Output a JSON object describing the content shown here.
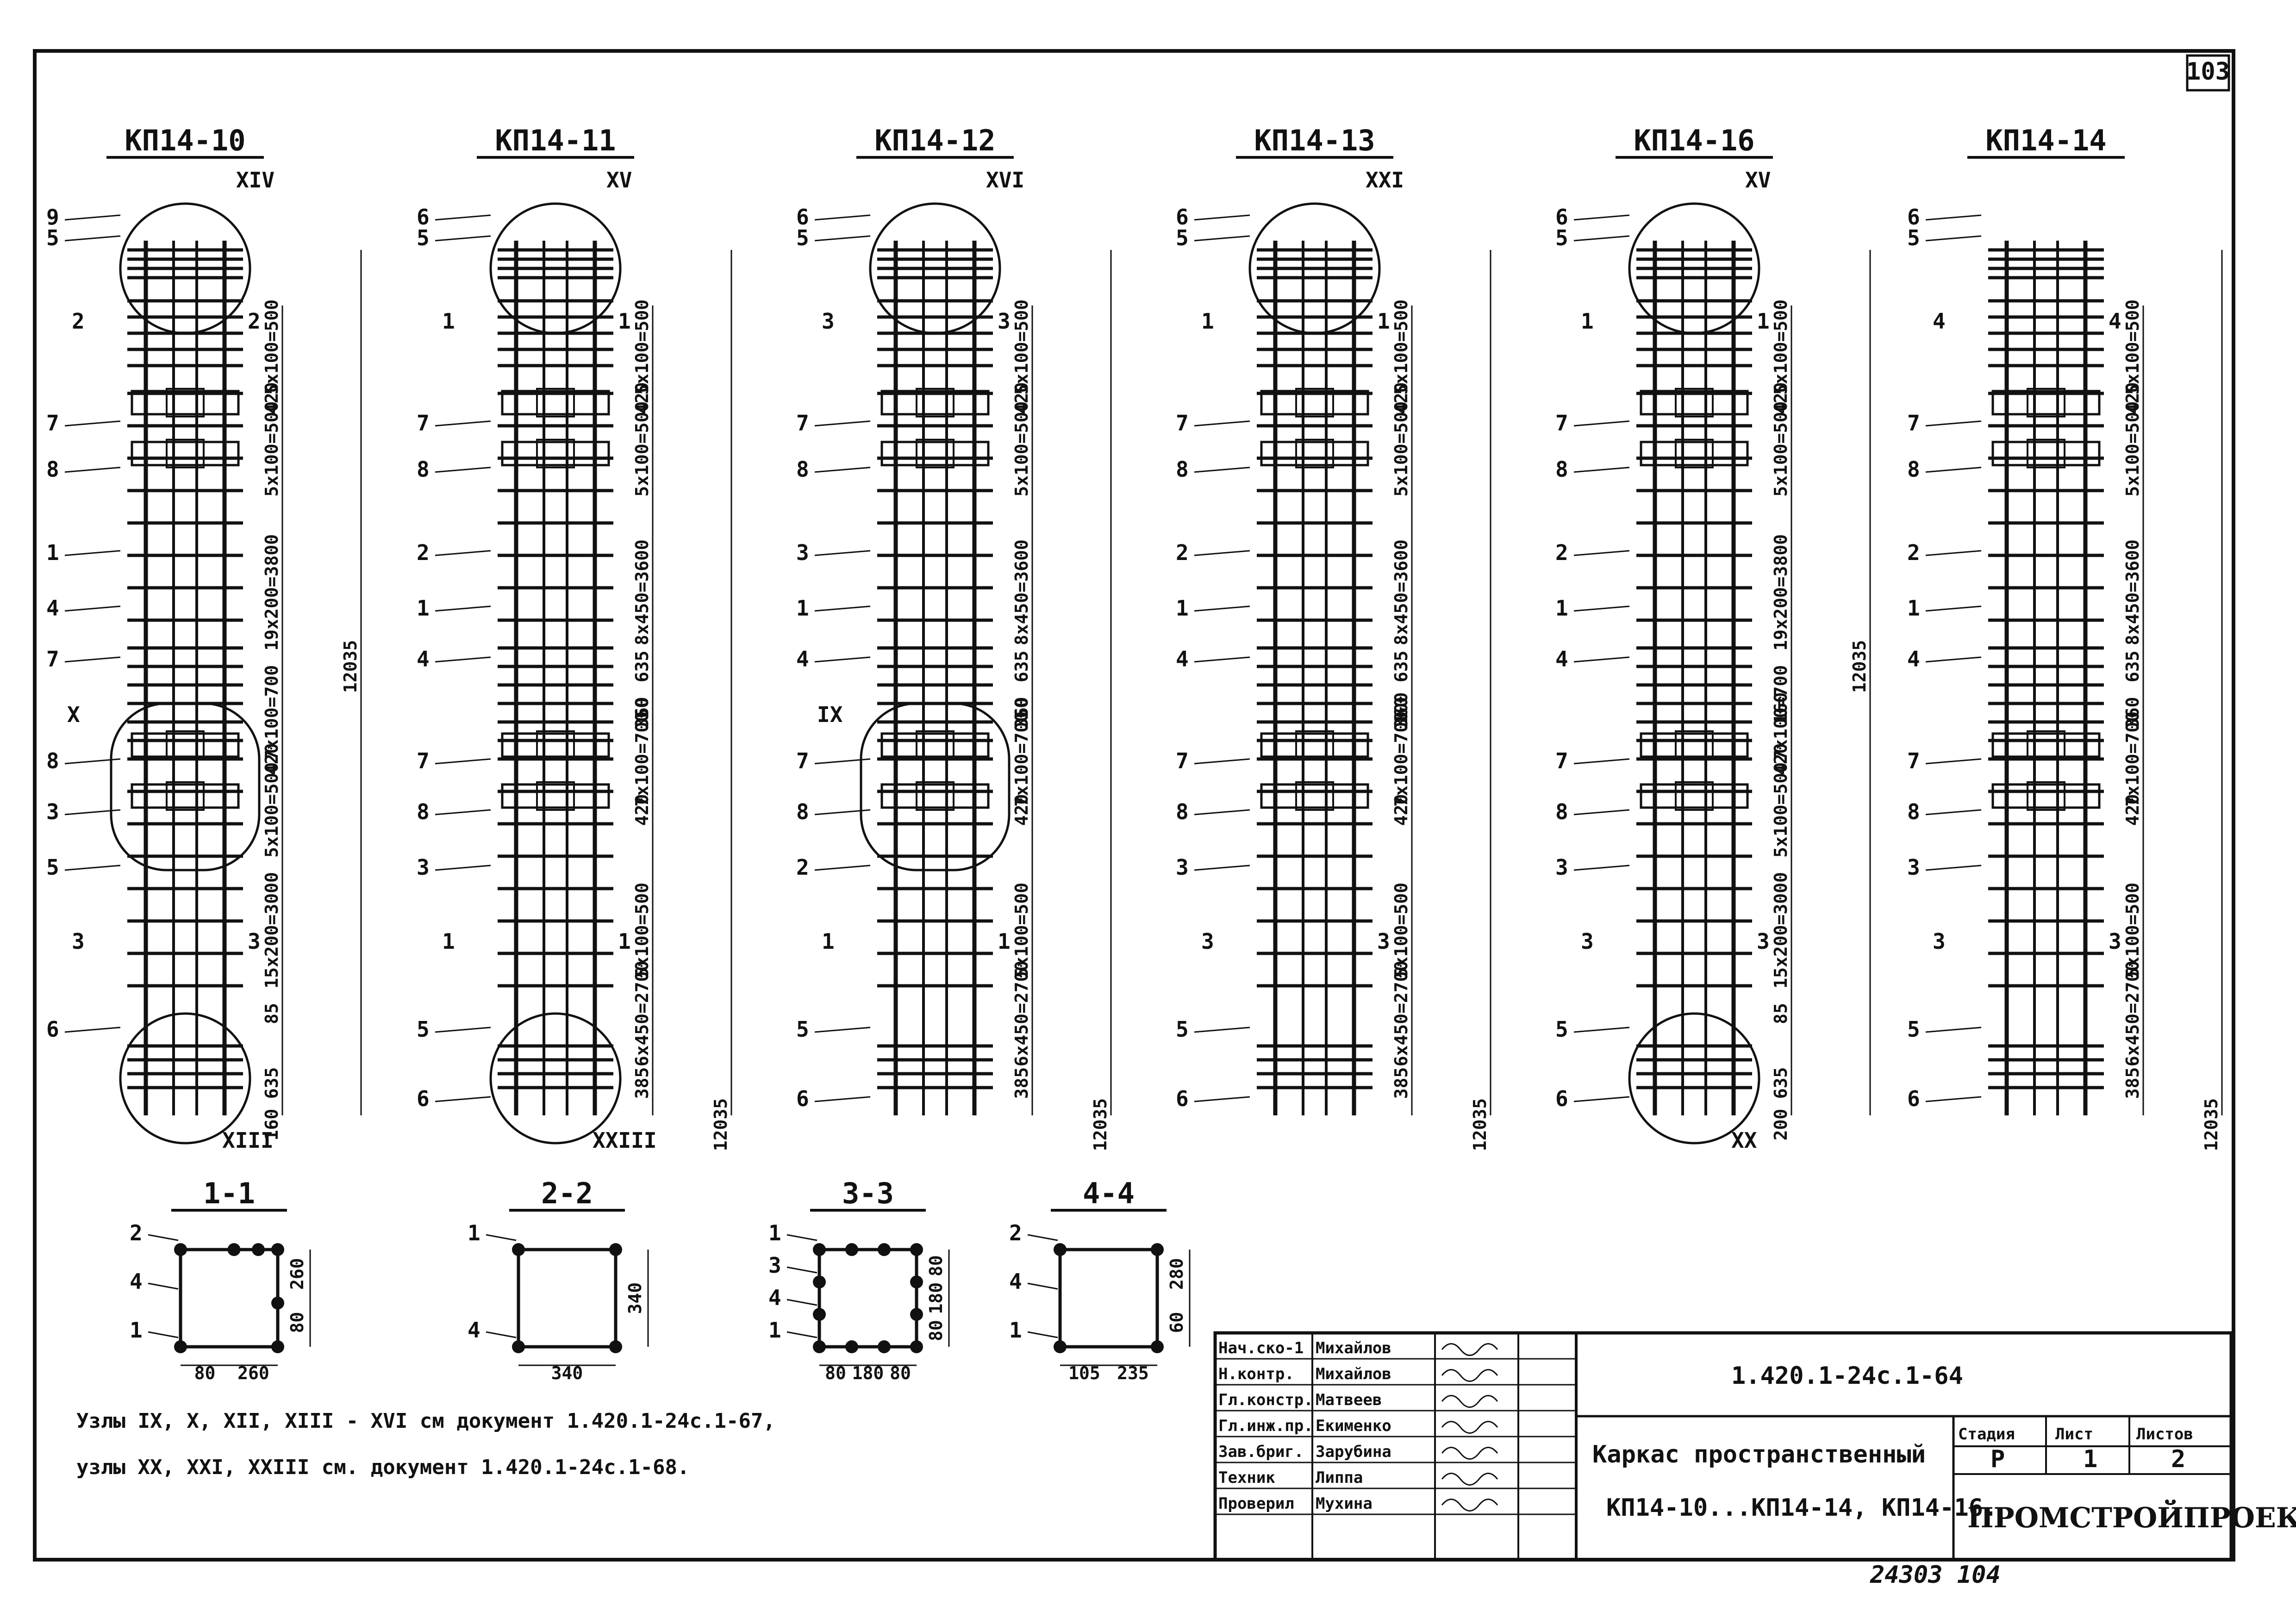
{
  "sheet": {
    "page_number": "103",
    "bottom_number": "24303 104"
  },
  "frames": [
    {
      "title": "КП14-10",
      "top_mark": "XIV",
      "mid_mark": "X",
      "bot_mark": "XIII",
      "left_labels": [
        "9",
        "5",
        "7",
        "8",
        "1",
        "4",
        "7",
        "8",
        "3",
        "5",
        "6"
      ],
      "sections": [
        "2",
        "2",
        "3",
        "3"
      ],
      "dims": [
        "5x100=500",
        "420",
        "5x100=500",
        "19x200=3800",
        "7x100=700",
        "420",
        "5x100=500",
        "15x200=3000",
        "85",
        "635",
        "12035",
        "160"
      ]
    },
    {
      "title": "КП14-11",
      "top_mark": "XV",
      "mid_mark": "",
      "bot_mark": "XXIII",
      "left_labels": [
        "6",
        "5",
        "7",
        "8",
        "2",
        "1",
        "4",
        "7",
        "8",
        "3",
        "5",
        "6"
      ],
      "sections": [
        "1",
        "1",
        "1",
        "1"
      ],
      "dims": [
        "5x100=500",
        "420",
        "5x100=500",
        "8x450=3600",
        "360",
        "7x100=700",
        "420",
        "5x100=500",
        "6x450=2700",
        "385",
        "635",
        "12035",
        "50"
      ]
    },
    {
      "title": "КП14-12",
      "top_mark": "XVI",
      "mid_mark": "IX",
      "bot_mark": "",
      "left_labels": [
        "6",
        "5",
        "7",
        "8",
        "3",
        "1",
        "4",
        "7",
        "8",
        "2",
        "5",
        "6"
      ],
      "sections": [
        "3",
        "3",
        "1",
        "1"
      ],
      "dims": [
        "5x100=500",
        "420",
        "5x100=500",
        "8x450=3600",
        "360",
        "7x100=700",
        "420",
        "5x100=500",
        "6x450=2700",
        "385",
        "635",
        "12035",
        "50"
      ]
    },
    {
      "title": "КП14-13",
      "top_mark": "XXI",
      "mid_mark": "",
      "bot_mark": "",
      "left_labels": [
        "6",
        "5",
        "7",
        "8",
        "2",
        "1",
        "4",
        "7",
        "8",
        "3",
        "5",
        "6"
      ],
      "sections": [
        "1",
        "1",
        "3",
        "3"
      ],
      "dims": [
        "5x100=500",
        "420",
        "5x100=500",
        "8x450=3600",
        "360",
        "7x100=700",
        "420",
        "5x100=500",
        "6x450=2700",
        "385",
        "635",
        "12035",
        "100"
      ]
    },
    {
      "title": "КП14-16",
      "top_mark": "XV",
      "mid_mark": "",
      "bot_mark": "XX",
      "left_labels": [
        "6",
        "5",
        "7",
        "8",
        "2",
        "1",
        "4",
        "7",
        "8",
        "3",
        "5",
        "6"
      ],
      "sections": [
        "1",
        "1",
        "3",
        "3"
      ],
      "dims": [
        "5x100=500",
        "420",
        "5x100=500",
        "19x200=3800",
        "7x100=700",
        "420",
        "5x100=500",
        "15x200=3000",
        "85",
        "635",
        "12035",
        "200",
        "160"
      ]
    },
    {
      "title": "КП14-14",
      "top_mark": "",
      "mid_mark": "",
      "bot_mark": "",
      "left_labels": [
        "6",
        "5",
        "7",
        "8",
        "2",
        "1",
        "4",
        "7",
        "8",
        "3",
        "5",
        "6"
      ],
      "sections": [
        "4",
        "4",
        "3",
        "3"
      ],
      "dims": [
        "5x100=500",
        "420",
        "5x100=500",
        "8x450=3600",
        "360",
        "7x100=700",
        "420",
        "5x100=500",
        "6x450=2700",
        "385",
        "635",
        "12035"
      ]
    }
  ],
  "cross_sections": [
    {
      "title": "1-1",
      "labels": [
        "2",
        "4",
        "1"
      ],
      "dims_h": [
        "80",
        "260"
      ],
      "dims_v": [
        "260",
        "80"
      ]
    },
    {
      "title": "2-2",
      "labels": [
        "1",
        "4"
      ],
      "dims_h": [
        "340"
      ],
      "dims_v": [
        "340"
      ]
    },
    {
      "title": "3-3",
      "labels": [
        "1",
        "3",
        "4",
        "1"
      ],
      "dims_h": [
        "80",
        "180",
        "80"
      ],
      "dims_v": [
        "80",
        "180",
        "80"
      ]
    },
    {
      "title": "4-4",
      "labels": [
        "2",
        "4",
        "1"
      ],
      "dims_h": [
        "105",
        "235"
      ],
      "dims_v": [
        "280",
        "60"
      ]
    }
  ],
  "notes": [
    "Узлы IX, X, XII, XIII - XVI см документ 1.420.1-24с.1-67,",
    "узлы XX, XXI, XXIII см. документ 1.420.1-24с.1-68."
  ],
  "title_block": {
    "roles": [
      "Нач.ско-1",
      "Н.контр.",
      "Гл.констр.",
      "Гл.инж.пр.",
      "Зав.бриг.",
      "Техник",
      "Проверил"
    ],
    "names": [
      "Михайлов",
      "Михайлов",
      "Матвеев",
      "Екименко",
      "Зарубина",
      "Липпа",
      "Мухина"
    ],
    "doc_code": "1.420.1-24с.1-64",
    "name_line1": "Каркас пространственный",
    "name_line2": "КП14-10...КП14-14, КП14-16.",
    "stage_header": "Стадия",
    "sheet_header": "Лист",
    "sheets_header": "Листов",
    "stage": "Р",
    "sheet": "1",
    "sheets": "2",
    "firm": "ПРОМСТРОЙПРОЕКТ"
  }
}
